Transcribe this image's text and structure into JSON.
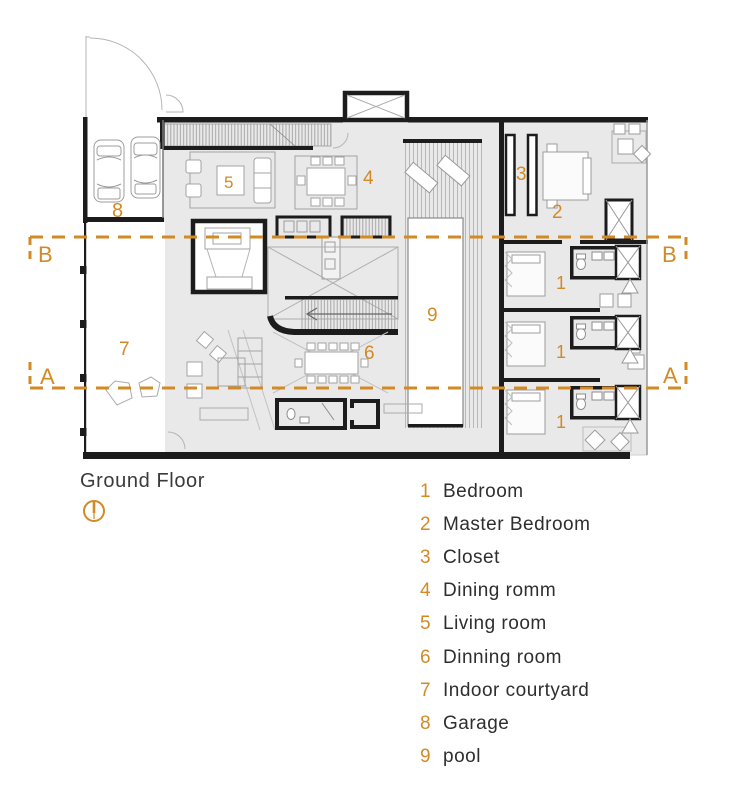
{
  "title": {
    "label": "Ground Floor"
  },
  "icons": {
    "north": "north-indicator-icon"
  },
  "colors": {
    "accent": "#D28A26",
    "wall": "#1c1c1c",
    "floor": "#e9e9e9",
    "furniture_line": "#9c9c9c",
    "text": "#2e2e2e"
  },
  "plan": {
    "numbers": {
      "n1": "1",
      "n2": "2",
      "n3": "3",
      "n4": "4",
      "n5": "5",
      "n6": "6",
      "n7": "7",
      "n8": "8",
      "n9": "9"
    },
    "sections": {
      "a": "A",
      "b": "B"
    }
  },
  "legend": {
    "items": [
      {
        "num": "1",
        "label": "Bedroom"
      },
      {
        "num": "2",
        "label": "Master Bedroom"
      },
      {
        "num": "3",
        "label": "Closet"
      },
      {
        "num": "4",
        "label": "Dining romm"
      },
      {
        "num": "5",
        "label": "Living room"
      },
      {
        "num": "6",
        "label": "Dinning room"
      },
      {
        "num": "7",
        "label": "Indoor courtyard"
      },
      {
        "num": "8",
        "label": "Garage"
      },
      {
        "num": "9",
        "label": "pool"
      }
    ]
  }
}
